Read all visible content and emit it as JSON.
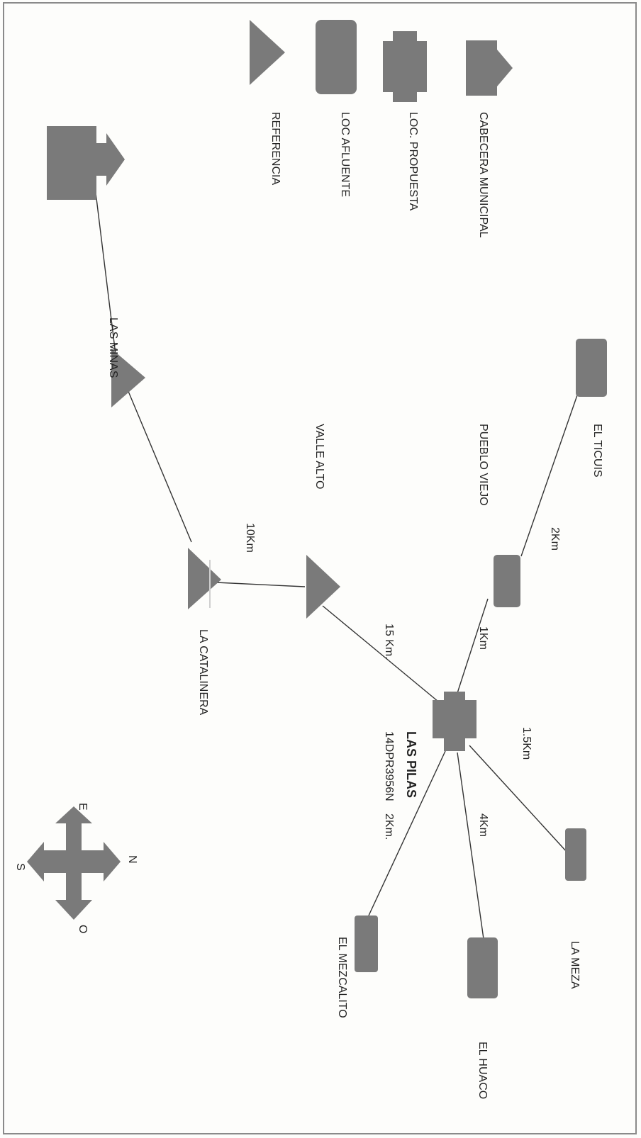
{
  "legend": {
    "cabecera": "CABECERA MUNICIPAL",
    "propuesta": "LOC. PROPUESTA",
    "afluente": "LOC  AFLUENTE",
    "referencia": "REFERENCIA"
  },
  "places": {
    "el_ticuis": "EL TICUIS",
    "pueblo_viejo": "PUEBLO VIEJO",
    "valle_alto": "VALLE ALTO",
    "las_minas": "LAS MINAS",
    "la_catalinera": "LA CATALINERA",
    "las_pilas": "LAS PILAS",
    "las_pilas_code": "14DPR3956N",
    "la_meza": "LA MEZA",
    "el_huaco": "EL HUACO",
    "el_mezcalito": "EL MEZCALITO"
  },
  "distances": {
    "ticuis_pueblo": "2Km",
    "pueblo_pilas": "1Km",
    "valle_pilas": "15 Km.",
    "catalinera_valle": "10Km",
    "pilas_meza": "1.5Km",
    "pilas_huaco": "4Km",
    "pilas_mezcalito": "2Km."
  },
  "compass": {
    "n": "N",
    "s": "S",
    "e": "E",
    "o": "O"
  },
  "colors": {
    "shape": "#7a7a7a",
    "line": "#333333",
    "paper": "#fdfdfb"
  }
}
